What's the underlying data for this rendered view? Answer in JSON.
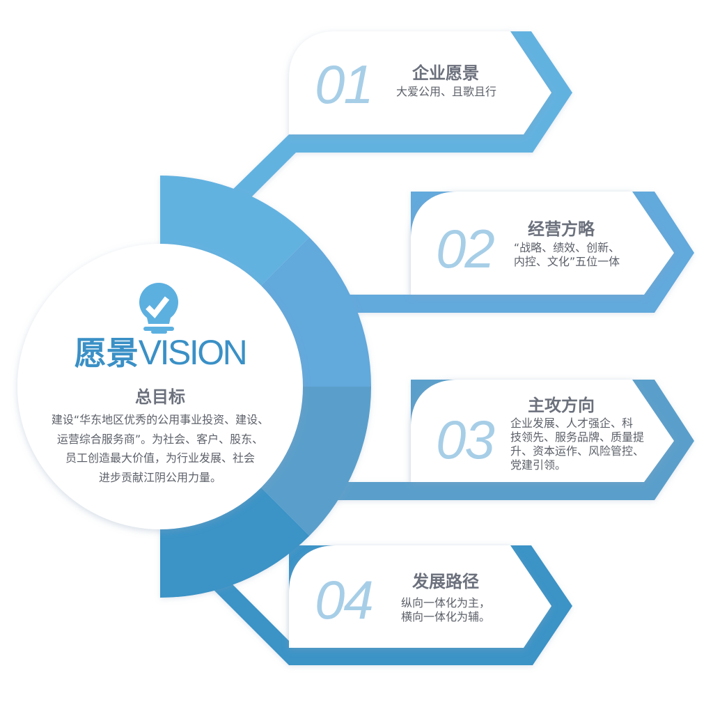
{
  "center": {
    "icon": "lightbulb-check-icon",
    "title_cn": "愿景",
    "title_en": "VISION",
    "subtitle": "总目标",
    "paragraph": [
      "建设“华东地区优秀的公用事业投资、建设、",
      "运营综合服务商”。为社会、客户、股东、",
      "员工创造最大价值，为行业发展、社会",
      "进步贡献江阴公用力量。"
    ]
  },
  "items": [
    {
      "number": "01",
      "title": "企业愿景",
      "lines": [
        "大爱公用、且歌且行"
      ]
    },
    {
      "number": "02",
      "title": "经营方略",
      "lines": [
        "“战略、绩效、创新、",
        "内控、文化”五位一体"
      ]
    },
    {
      "number": "03",
      "title": "主攻方向",
      "lines": [
        "企业发展、人才强企、科",
        "技领先、服务品牌、质量提",
        "升、资本运作、风险管控、",
        "党建引领。"
      ]
    },
    {
      "number": "04",
      "title": "发展路径",
      "lines": [
        "纵向一体化为主，",
        "横向一体化为辅。"
      ]
    }
  ],
  "colors": {
    "segments": [
      "#62b2e0",
      "#62a9dc",
      "#5a9fcb",
      "#3b93c6"
    ],
    "icon": "#5cb0e0",
    "number": "#a7cee7",
    "title": "#6b707c",
    "body": "#5c6069",
    "brand": "#3a90c6"
  }
}
